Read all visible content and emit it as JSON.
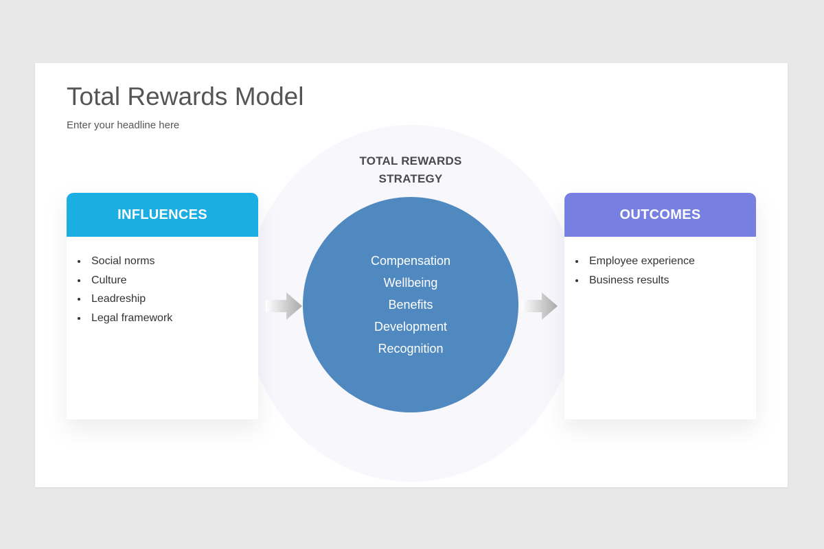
{
  "slide": {
    "title": "Total Rewards Model",
    "subtitle": "Enter your headline here"
  },
  "strategy": {
    "label_line1": "TOTAL REWARDS",
    "label_line2": "STRATEGY",
    "items": [
      "Compensation",
      "Wellbeing",
      "Benefits",
      "Development",
      "Recognition"
    ],
    "color": "#4f89c0"
  },
  "influences": {
    "header": "INFLUENCES",
    "color": "#1aaee2",
    "items": [
      "Social norms",
      "Culture",
      "Leadreship",
      "Legal framework"
    ]
  },
  "outcomes": {
    "header": "OUTCOMES",
    "color": "#7780e0",
    "items": [
      "Employee experience",
      "Business results"
    ]
  }
}
